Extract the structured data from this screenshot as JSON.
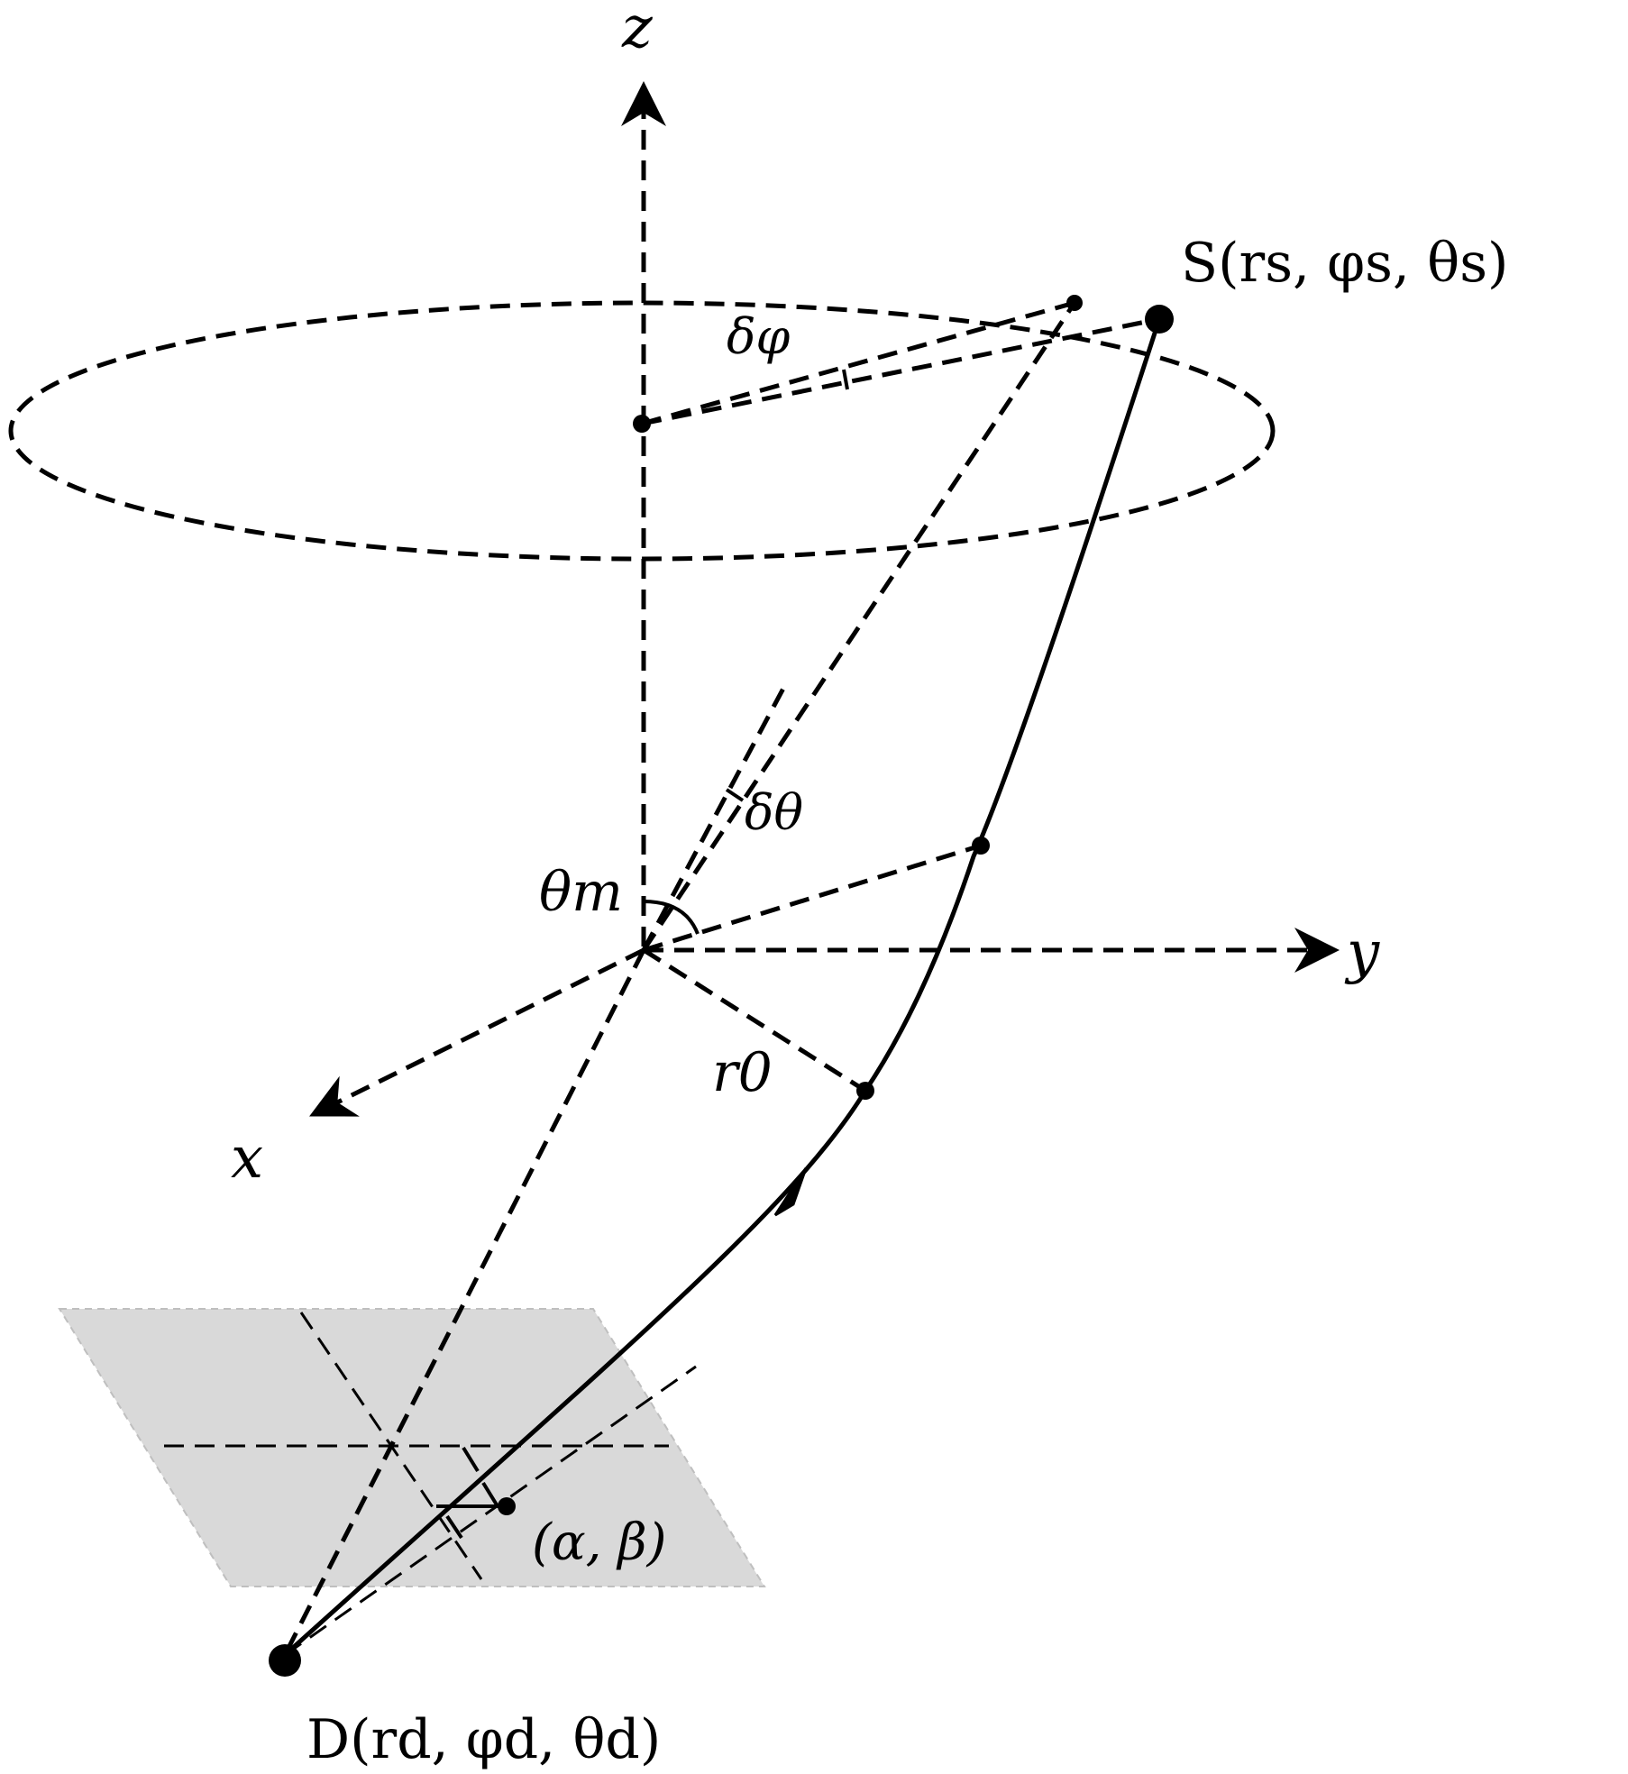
{
  "labels": {
    "z_axis": "z",
    "y_axis": "y",
    "x_axis": "x",
    "source": "S(rs, φs, θs)",
    "detector": "D(rd, φd, θd)",
    "delta_phi": "δφ",
    "delta_theta": "δθ",
    "theta_m": "θm",
    "r0": "r0",
    "image_plane_point": "(α, β)"
  },
  "colors": {
    "ink": "#000000",
    "image_plane": "#d9d9d9"
  }
}
